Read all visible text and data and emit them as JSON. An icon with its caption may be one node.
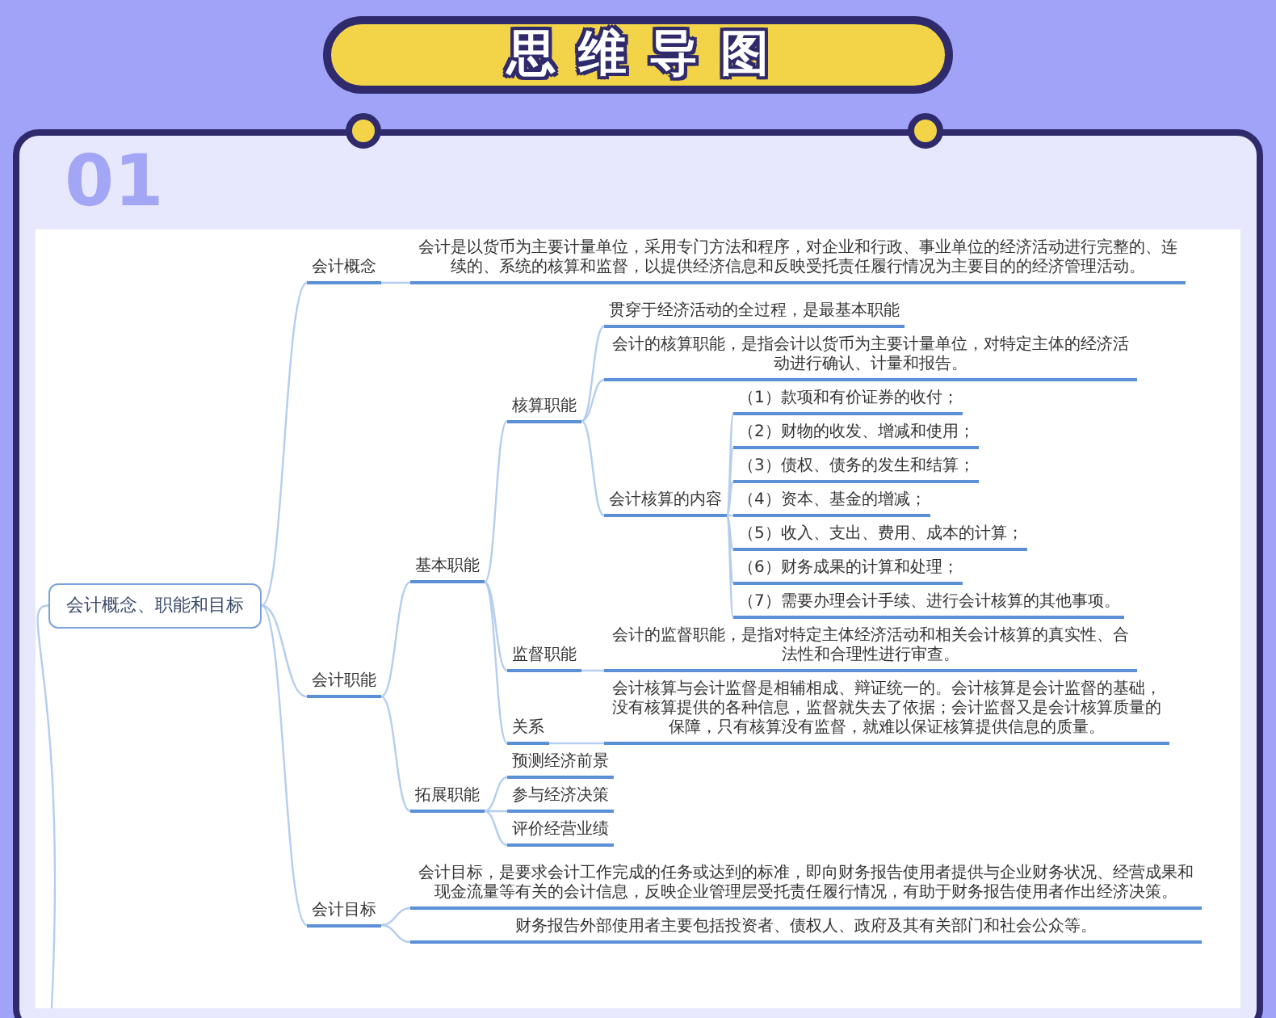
{
  "diagram": {
    "title": "思维导图",
    "nodes": [
      {
        "text": [
          "会计概念、职能和目标"
        ]
      },
      {
        "text": [
          "会计概念"
        ]
      },
      {
        "text": [
          "会计是以货币为主要计量单位，采用专门方法和程序，对企业和行政、事业单位的经济活动进行完整的、连续的、系统的核算和监督，以提供经济信息和反映受托责任履行情况为主要目的的经济管理活动。"
        ]
      },
      {
        "text": [
          "会计职能"
        ]
      },
      {
        "text": [
          "基本职能"
        ]
      },
      {
        "text": [
          "核算职能"
        ]
      },
      {
        "text": [
          "贯穿于经济活动的全过程，是最基本职能"
        ]
      },
      {
        "text": [
          "会计的核算职能，是指会计以货币为主要计量单位，对特定主体的经济活动进行确认、计量和报告。"
        ]
      },
      {
        "text": [
          "会计核算的内容"
        ]
      },
      {
        "text": [
          "（1）款项和有价证券的收付；"
        ]
      },
      {
        "text": [
          "（2）财物的收发、增减和使用；"
        ]
      },
      {
        "text": [
          "（3）债权、债务的发生和结算；"
        ]
      },
      {
        "text": [
          "（4）资本、基金的增减；"
        ]
      },
      {
        "text": [
          "（5）收入、支出、费用、成本的计算；"
        ]
      },
      {
        "text": [
          "（6）财务成果的计算和处理；"
        ]
      },
      {
        "text": [
          "（7）需要办理会计手续、进行会计核算的其他事项。"
        ]
      },
      {
        "text": [
          "监督职能"
        ]
      },
      {
        "text": [
          "会计的监督职能，是指对特定主体经济活动和相关会计核算的真实性、合法性和合理性进行审查。"
        ]
      },
      {
        "text": [
          "关系"
        ]
      },
      {
        "text": [
          "会计核算与会计监督是相辅相成、辩证统一的。会计核算是会计监督的基础，没有核算提供的各种信息，监督就失去了依据；会计监督又是会计核算质量的保障，只有核算没有监督，就难以保证核算提供信息的质量。"
        ]
      },
      {
        "text": [
          "拓展职能"
        ]
      },
      {
        "text": [
          "预测经济前景"
        ]
      },
      {
        "text": [
          "参与经济决策"
        ]
      },
      {
        "text": [
          "评价经营业绩"
        ]
      },
      {
        "text": [
          "会计目标"
        ]
      },
      {
        "text": [
          "会计目标，是要求会计工作完成的任务或达到的标准，即向财务报告使用者提供与企业财务状况、经营成果和现金流量等有关的会计信息，反映企业管理层受托责任履行情况，有助于财务报告使用者作出经济决策。"
        ]
      },
      {
        "text": [
          "财务报告外部使用者主要包括投资者、债权人、政府及其有关部门和社会公众等。"
        ]
      }
    ],
    "edges": [
      {
        "from": 0,
        "to": 1,
        "arrow": "none"
      },
      {
        "from": 1,
        "to": 2,
        "arrow": "none"
      },
      {
        "from": 0,
        "to": 3,
        "arrow": "none"
      },
      {
        "from": 3,
        "to": 4,
        "arrow": "none"
      },
      {
        "from": 4,
        "to": 5,
        "arrow": "none"
      },
      {
        "from": 5,
        "to": 6,
        "arrow": "none"
      },
      {
        "from": 5,
        "to": 7,
        "arrow": "none"
      },
      {
        "from": 5,
        "to": 8,
        "arrow": "none"
      },
      {
        "from": 8,
        "to": 9,
        "arrow": "none"
      },
      {
        "from": 8,
        "to": 10,
        "arrow": "none"
      },
      {
        "from": 8,
        "to": 11,
        "arrow": "none"
      },
      {
        "from": 8,
        "to": 12,
        "arrow": "none"
      },
      {
        "from": 8,
        "to": 13,
        "arrow": "none"
      },
      {
        "from": 8,
        "to": 14,
        "arrow": "none"
      },
      {
        "from": 8,
        "to": 15,
        "arrow": "none"
      },
      {
        "from": 4,
        "to": 16,
        "arrow": "none"
      },
      {
        "from": 16,
        "to": 17,
        "arrow": "none"
      },
      {
        "from": 4,
        "to": 18,
        "arrow": "none"
      },
      {
        "from": 18,
        "to": 19,
        "arrow": "none"
      },
      {
        "from": 3,
        "to": 20,
        "arrow": "none"
      },
      {
        "from": 20,
        "to": 21,
        "arrow": "none"
      },
      {
        "from": 20,
        "to": 22,
        "arrow": "none"
      },
      {
        "from": 20,
        "to": 23,
        "arrow": "none"
      },
      {
        "from": 0,
        "to": 24,
        "arrow": "none"
      },
      {
        "from": 24,
        "to": 25,
        "arrow": "none"
      },
      {
        "from": 24,
        "to": 26,
        "arrow": "none"
      },
      {
        "from": 0,
        "to": null,
        "arrow": "none"
      }
    ],
    "labels": [
      "01"
    ]
  }
}
